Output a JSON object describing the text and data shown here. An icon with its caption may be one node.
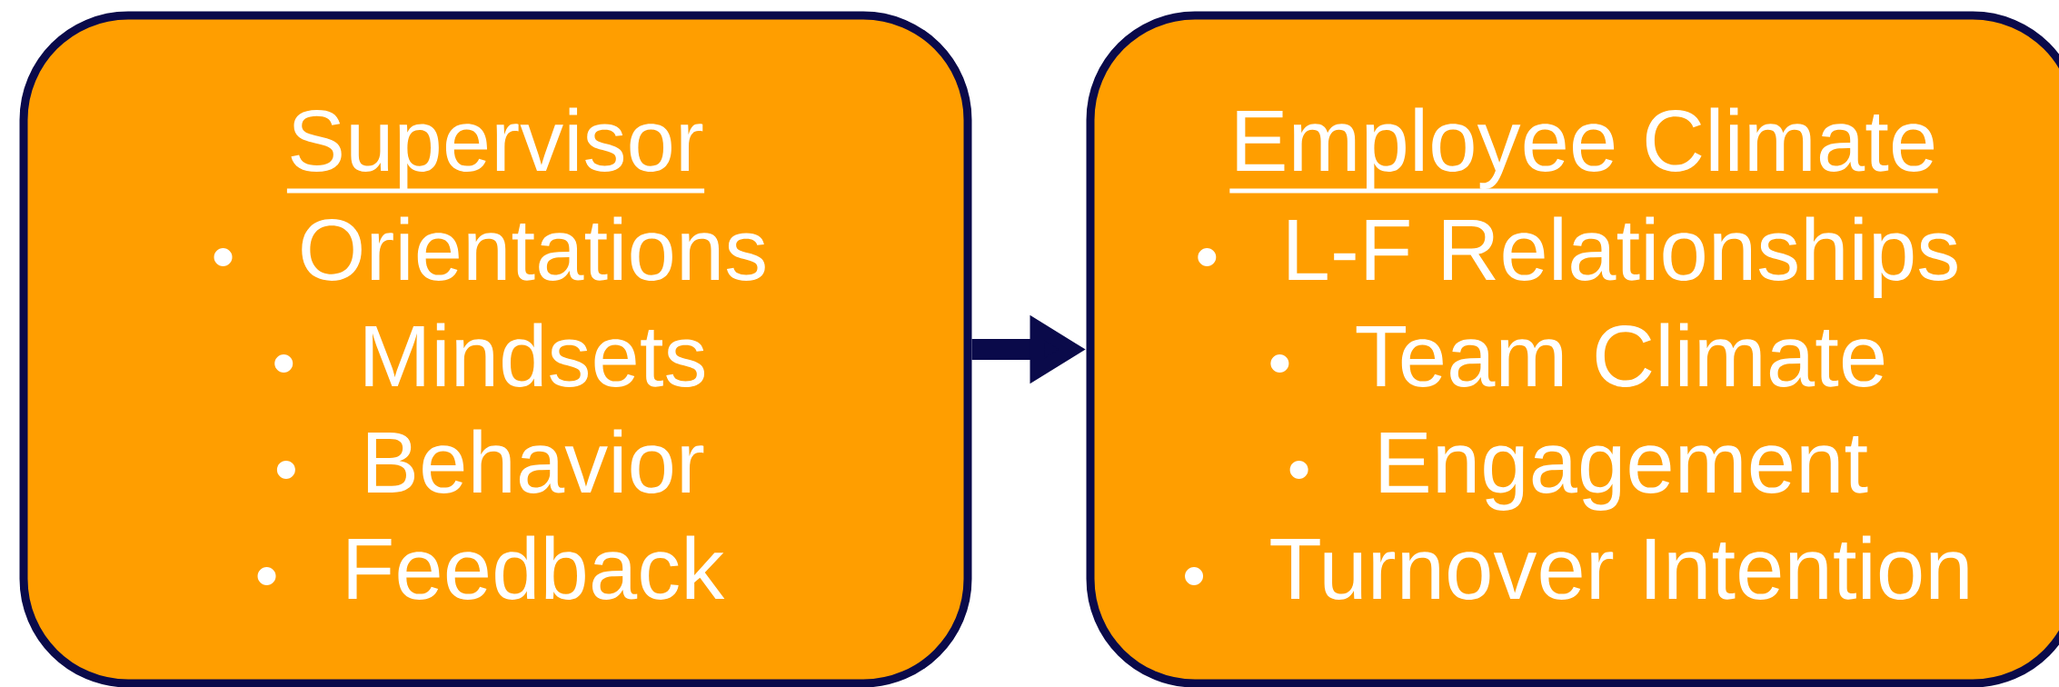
{
  "diagram": {
    "nodes": [
      {
        "text": [
          "Supervisor",
          "Orientations",
          "Mindsets",
          "Behavior",
          "Feedback"
        ]
      },
      {
        "text": [
          "Employee Climate",
          "L-F Relationships",
          "Team Climate",
          "Engagement",
          "Turnover Intention"
        ]
      }
    ],
    "edges": [
      {
        "from": 0,
        "to": 1,
        "arrow": "to"
      }
    ]
  }
}
